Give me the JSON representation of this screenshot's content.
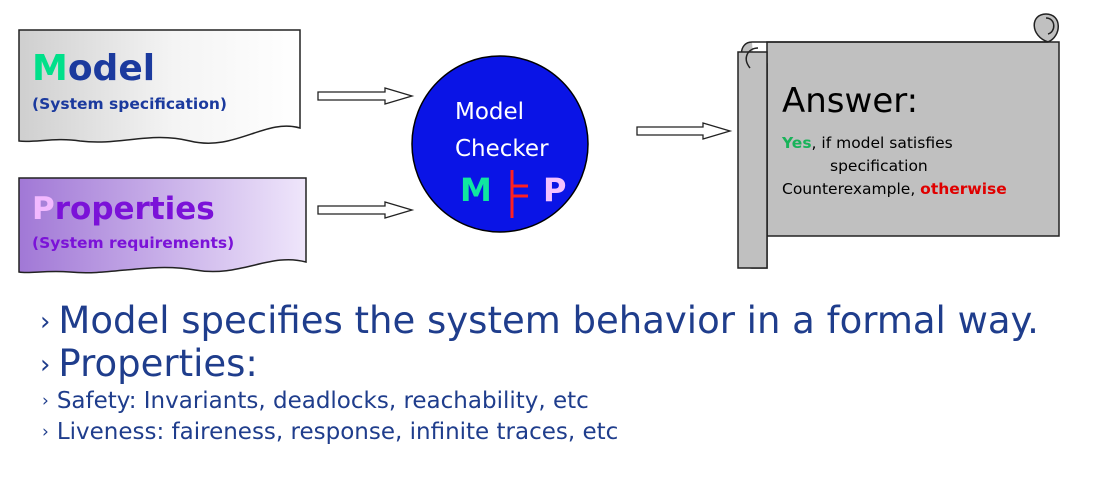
{
  "model_box": {
    "initial": "M",
    "rest": "odel",
    "subtitle": "(System specification)"
  },
  "properties_box": {
    "initial": "P",
    "rest": "roperties",
    "subtitle": "(System requirements)"
  },
  "checker": {
    "line1": "Model",
    "line2": "Checker",
    "sym_m": "M",
    "sym_p": "P"
  },
  "answer": {
    "title": "Answer:",
    "yes": "Yes",
    "yes_rest": ", if model satisfies",
    "line2": "specification",
    "line3_a": "Counterexample, ",
    "line3_b": "otherwise"
  },
  "bullets": [
    "Model specifies the system behavior in a formal way.",
    "Properties:",
    "Safety: Invariants, deadlocks, reachability, etc",
    "Liveness: faireness, response, infinite traces, etc"
  ],
  "bullet_marker": "›",
  "colors": {
    "model_initial": "#00e08a",
    "model_text": "#1b3a9e",
    "properties_initial": "#f2b9ff",
    "properties_text": "#7b12d8",
    "checker_fill": "#0a14e6",
    "sym_m": "#10e6a0",
    "sym_p": "#f4c2ff",
    "turnstile": "#ff2020",
    "answer_yes": "#19b35a",
    "answer_otherwise": "#e00000",
    "bullet_text": "#1f3d8c"
  }
}
